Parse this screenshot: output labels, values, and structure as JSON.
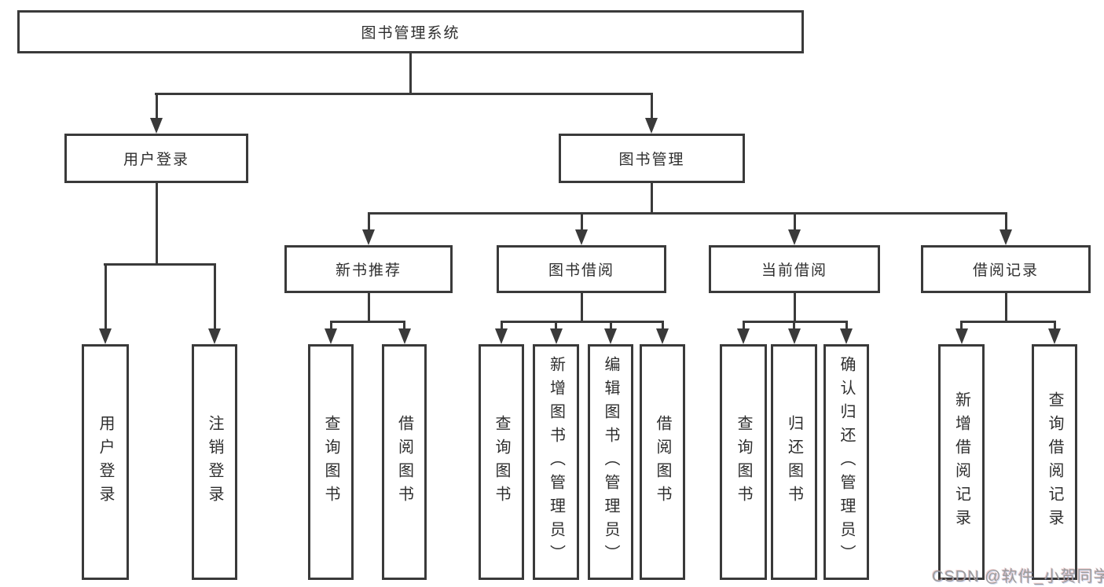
{
  "tree": {
    "root": {
      "label": "图书管理系统"
    },
    "branches": [
      {
        "label": "用户登录",
        "children": [
          {
            "label": "用户登录"
          },
          {
            "label": "注销登录"
          }
        ]
      },
      {
        "label": "图书管理",
        "children": [
          {
            "label": "新书推荐",
            "children": [
              {
                "label": "查询图书"
              },
              {
                "label": "借阅图书"
              }
            ]
          },
          {
            "label": "图书借阅",
            "children": [
              {
                "label": "查询图书"
              },
              {
                "label": "新增图书（管理员）"
              },
              {
                "label": "编辑图书（管理员）"
              },
              {
                "label": "借阅图书"
              }
            ]
          },
          {
            "label": "当前借阅",
            "children": [
              {
                "label": "查询图书"
              },
              {
                "label": "归还图书"
              },
              {
                "label": "确认归还（管理员）"
              }
            ]
          },
          {
            "label": "借阅记录",
            "children": [
              {
                "label": "新增借阅记录"
              },
              {
                "label": "查询借阅记录"
              }
            ]
          }
        ]
      }
    ]
  },
  "watermark": "CSDN @软件_小贺同学",
  "colors": {
    "background": "#ffffff",
    "box_border": "#3a3a3a",
    "line": "#3a3a3a",
    "text": "#2e2e2e",
    "watermark": "#9c9c9c"
  }
}
